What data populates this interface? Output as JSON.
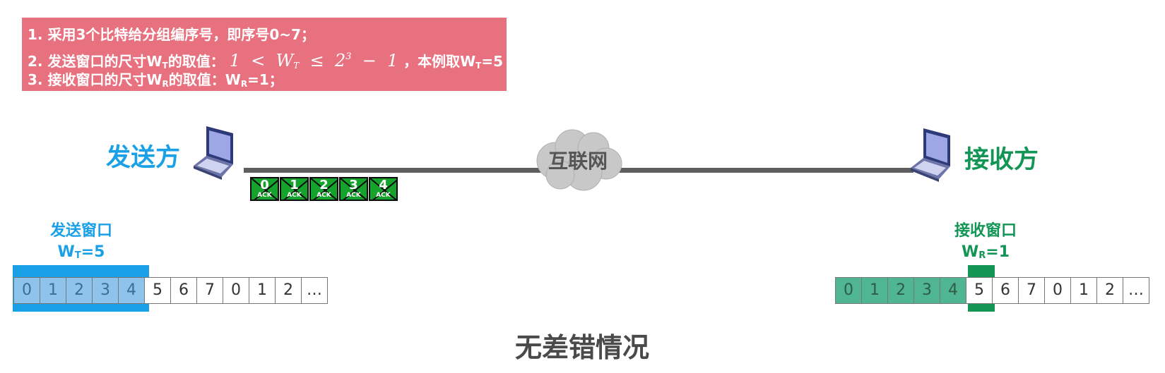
{
  "info": {
    "line1": "1. 采用3个比特给分组编序号，即序号0~7；",
    "line2_prefix": "2. 发送窗口的尺寸W",
    "line2_sub": "T",
    "line2_mid": "的取值：",
    "math_one": "1",
    "math_lt": "<",
    "math_w": "W",
    "math_wsub": "T",
    "math_le": "≤",
    "math_two": "2",
    "math_exp": "3",
    "math_minus": "−",
    "math_one2": "1",
    "line2_suffix_a": "，本例取W",
    "line2_suffix_sub": "T",
    "line2_suffix_b": "=5",
    "line3_prefix": "3. 接收窗口的尺寸W",
    "line3_sub": "R",
    "line3_suffix": "的取值：W",
    "line3_sub2": "R",
    "line3_end": "=1；"
  },
  "sender": {
    "label": "发送方",
    "window_title": "发送窗口",
    "w_main": "W",
    "w_sub": "T",
    "w_value": "=5",
    "window_size": 5
  },
  "receiver": {
    "label": "接收方",
    "window_title": "接收窗口",
    "w_main": "W",
    "w_sub": "R",
    "w_value": "=1",
    "window_size": 1
  },
  "network": {
    "label": "互联网"
  },
  "acks": [
    {
      "num": "0",
      "label": "ACK"
    },
    {
      "num": "1",
      "label": "ACK"
    },
    {
      "num": "2",
      "label": "ACK"
    },
    {
      "num": "3",
      "label": "ACK"
    },
    {
      "num": "4",
      "label": "ACK"
    }
  ],
  "sender_seq": [
    "0",
    "1",
    "2",
    "3",
    "4",
    "5",
    "6",
    "7",
    "0",
    "1",
    "2",
    "…"
  ],
  "receiver_seq": [
    "0",
    "1",
    "2",
    "3",
    "4",
    "5",
    "6",
    "7",
    "0",
    "1",
    "2",
    "…"
  ],
  "caption": "无差错情况",
  "colors": {
    "sender": "#1aa0e6",
    "receiver": "#139655",
    "info_bg": "#e8717f",
    "ack_bg": "#15a32e"
  }
}
